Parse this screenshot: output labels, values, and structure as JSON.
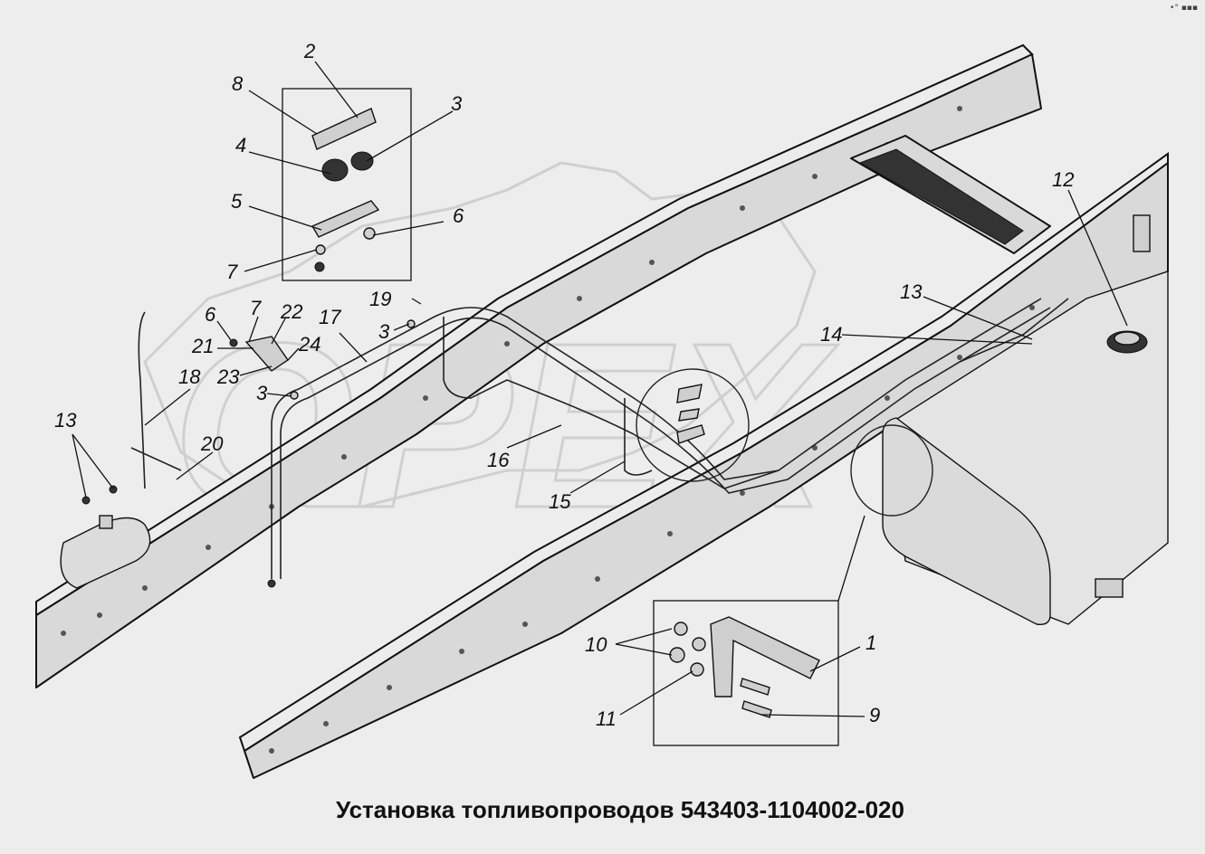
{
  "title": "Установка топливопроводов 543403-1104002-020",
  "corner_mark": "•° ▪▪▪",
  "watermark": "OPEX",
  "callouts": {
    "c2": "2",
    "c8": "8",
    "c3a": "3",
    "c4": "4",
    "c5": "5",
    "c6a": "6",
    "c7a": "7",
    "c19": "19",
    "c6b": "6",
    "c7b": "7",
    "c22": "22",
    "c17": "17",
    "c3b": "3",
    "c21": "21",
    "c24": "24",
    "c23": "23",
    "c18": "18",
    "c3c": "3",
    "c13a": "13",
    "c20": "20",
    "c16": "16",
    "c15": "15",
    "c12": "12",
    "c13b": "13",
    "c14": "14",
    "c10": "10",
    "c1": "1",
    "c11": "11",
    "c9": "9"
  }
}
